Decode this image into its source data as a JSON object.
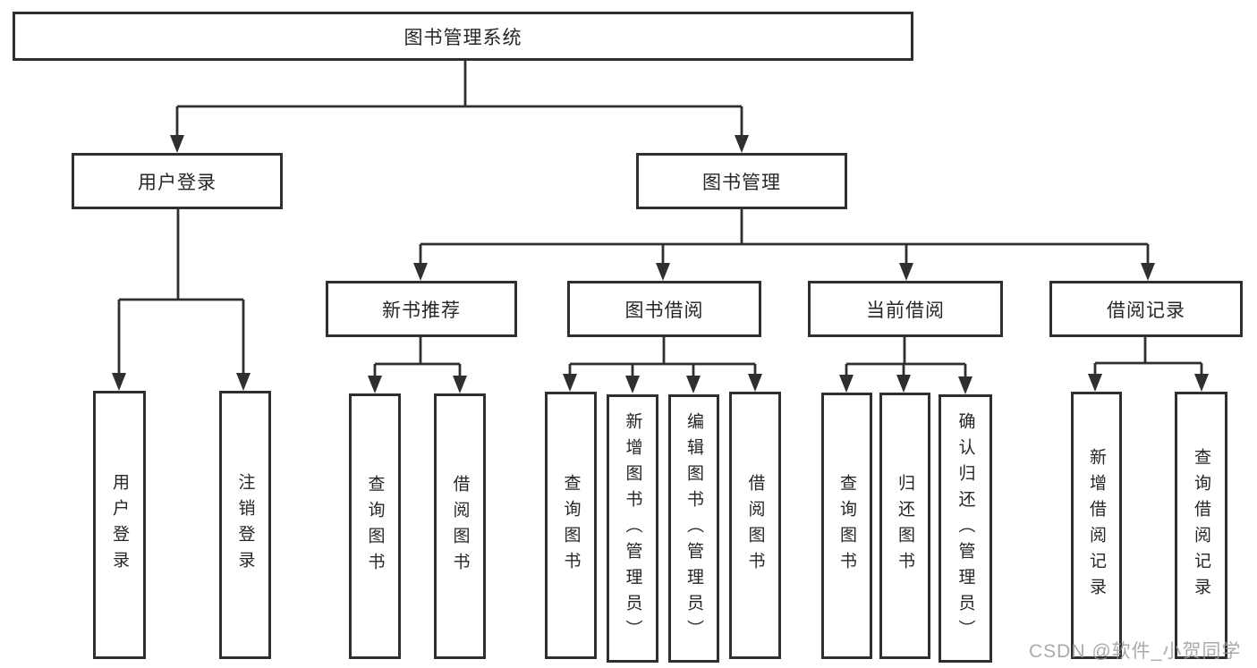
{
  "colors": {
    "line": "#2f2f2f",
    "box_background": "#ffffff",
    "text": "#262626",
    "watermark": "#9c9c9c"
  },
  "root": {
    "label": "图书管理系统"
  },
  "level2": [
    {
      "label": "用户登录"
    },
    {
      "label": "图书管理"
    }
  ],
  "level3": [
    {
      "label": "新书推荐"
    },
    {
      "label": "图书借阅"
    },
    {
      "label": "当前借阅"
    },
    {
      "label": "借阅记录"
    }
  ],
  "leaves": [
    {
      "label": "用户登录"
    },
    {
      "label": "注销登录"
    },
    {
      "label": "查询图书"
    },
    {
      "label": "借阅图书"
    },
    {
      "label": "查询图书"
    },
    {
      "label": "新增图书（管理员）"
    },
    {
      "label": "编辑图书（管理员）"
    },
    {
      "label": "借阅图书"
    },
    {
      "label": "查询图书"
    },
    {
      "label": "归还图书"
    },
    {
      "label": "确认归还（管理员）"
    },
    {
      "label": "新增借阅记录"
    },
    {
      "label": "查询借阅记录"
    }
  ],
  "watermark": {
    "text": "CSDN @软件_小贺同学"
  }
}
